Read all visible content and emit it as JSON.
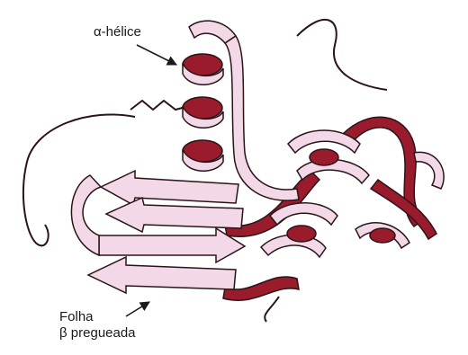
{
  "labels": {
    "helix": "α-hélice",
    "sheet_line1": "Folha",
    "sheet_line2": "β pregueada"
  },
  "colors": {
    "helix_front": "#f3d8e8",
    "helix_back": "#9a1b2c",
    "outline": "#2a1418",
    "coil": "#fbeef5"
  }
}
